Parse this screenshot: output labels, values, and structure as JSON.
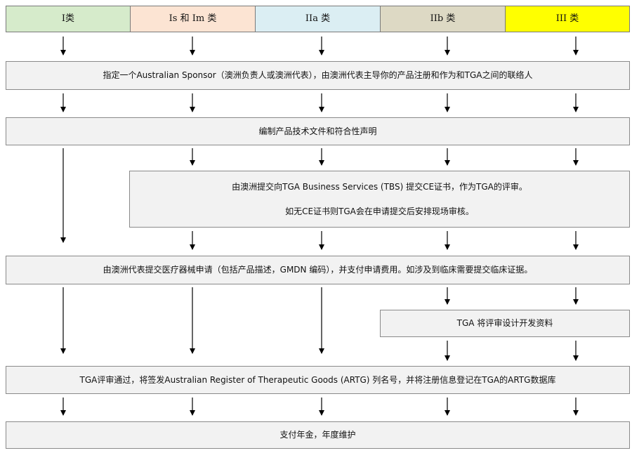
{
  "headers": [
    {
      "label": "I类",
      "color": "#d6ebcb"
    },
    {
      "label": "Is 和 Im 类",
      "color": "#fce4d3"
    },
    {
      "label": "IIa 类",
      "color": "#dbeef3"
    },
    {
      "label": "IIb 类",
      "color": "#ddd9c4"
    },
    {
      "label": "III 类",
      "color": "#ffff00"
    }
  ],
  "steps": {
    "sponsor": "指定一个Australian Sponsor（澳洲负责人或澳洲代表），由澳洲代表主导你的产品注册和作为和TGA之间的联络人",
    "tech_file": "编制产品技术文件和符合性声明",
    "ce_line1": "由澳洲提交向TGA Business Services (TBS) 提交CE证书，作为TGA的评审。",
    "ce_line2": "如无CE证书则TGA会在申请提交后安排现场审核。",
    "application": "由澳洲代表提交医疗器械申请（包括产品描述，GMDN 编码），并支付申请费用。如涉及到临床需要提交临床证据。",
    "design_review": "TGA 将评审设计开发资料",
    "artg": "TGA评审通过，将签发Australian Register of Therapeutic Goods (ARTG) 列名号，并将注册信息登记在TGA的ARTG数据库",
    "annual": "支付年金，年度维护"
  }
}
